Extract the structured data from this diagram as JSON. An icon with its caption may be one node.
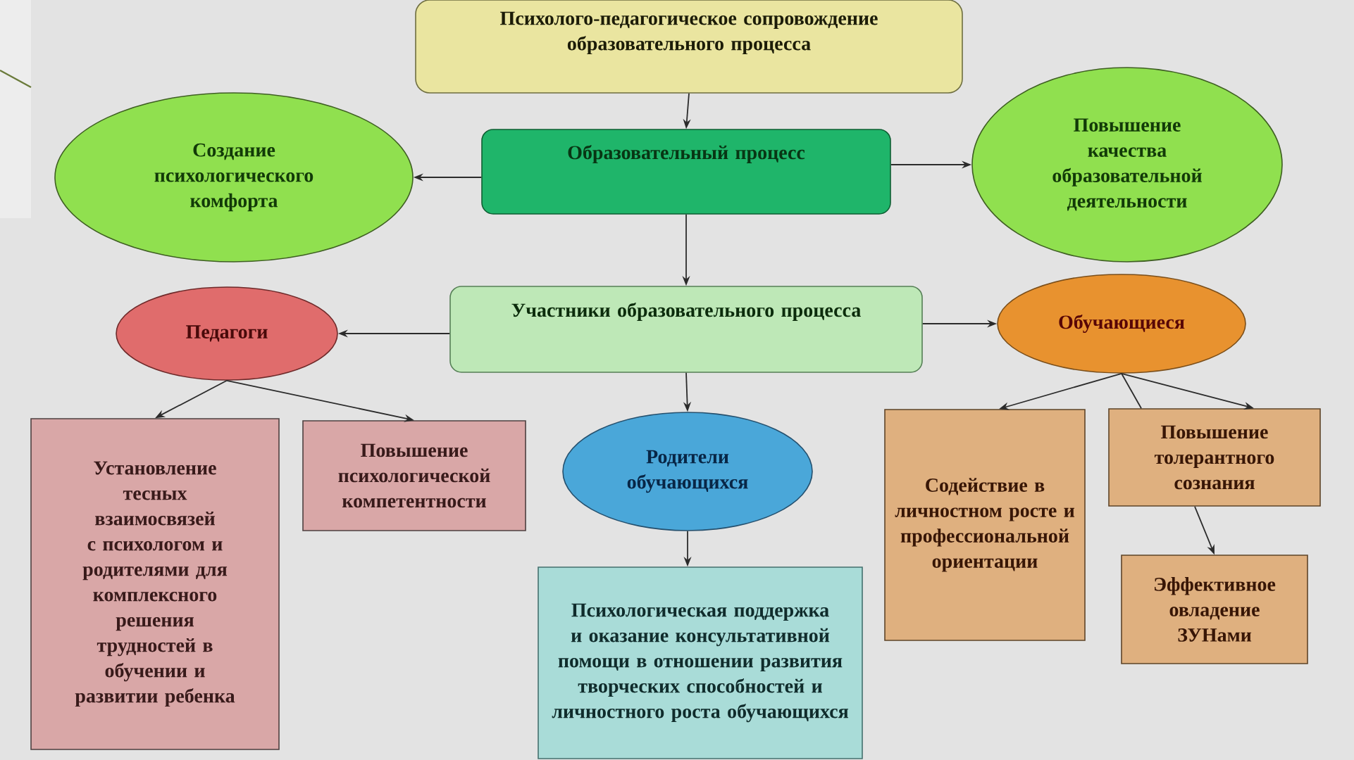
{
  "diagram": {
    "nodes": [
      {
        "text": [
          "Психолого-педагогическое сопровождение образовательного процесса"
        ]
      },
      {
        "text": [
          "Создание психологического комфорта"
        ]
      },
      {
        "text": [
          "Образовательный процесс"
        ]
      },
      {
        "text": [
          "Повышение качества образовательной деятельности"
        ]
      },
      {
        "text": [
          "Педагоги"
        ]
      },
      {
        "text": [
          "Участники образовательного процесса"
        ]
      },
      {
        "text": [
          "Обучающиеся"
        ]
      },
      {
        "text": [
          "Установление тесных взаимосвязей с психологом и родителями для комплексного решения трудностей в обучении и развитии ребенка"
        ]
      },
      {
        "text": [
          "Повышение психологической компетентности"
        ]
      },
      {
        "text": [
          "Родители обучающихся"
        ]
      },
      {
        "text": [
          "Содействие в личностном росте и профессиональной ориентации"
        ]
      },
      {
        "text": [
          "Повышение толерантного сознания"
        ]
      },
      {
        "text": [
          "Психологическая поддержка и оказание консультативной помощи в отношении развития творческих способностей и личностного роста обучающихся"
        ]
      },
      {
        "text": [
          "Эффективное овладение ЗУНами"
        ]
      }
    ],
    "edges": [
      {
        "from": 0,
        "to": 2,
        "arrow": "to"
      },
      {
        "from": 2,
        "to": 1,
        "arrow": "to"
      },
      {
        "from": 2,
        "to": 3,
        "arrow": "to"
      },
      {
        "from": 2,
        "to": 5,
        "arrow": "to"
      },
      {
        "from": 5,
        "to": 4,
        "arrow": "to"
      },
      {
        "from": 5,
        "to": 6,
        "arrow": "to"
      },
      {
        "from": 5,
        "to": 9,
        "arrow": "to"
      },
      {
        "from": 4,
        "to": 7,
        "arrow": "to"
      },
      {
        "from": 4,
        "to": 8,
        "arrow": "to"
      },
      {
        "from": 6,
        "to": 10,
        "arrow": "to"
      },
      {
        "from": 6,
        "to": 11,
        "arrow": "to"
      },
      {
        "from": 6,
        "to": 11,
        "arrow": "none"
      },
      {
        "from": 9,
        "to": 12,
        "arrow": "to"
      },
      {
        "from": 11,
        "to": 13,
        "arrow": "to"
      }
    ]
  }
}
